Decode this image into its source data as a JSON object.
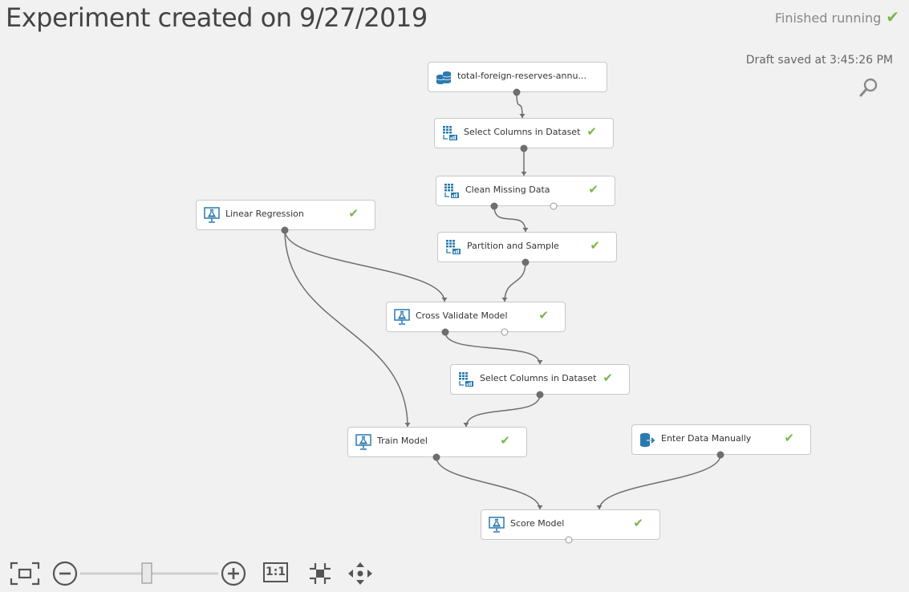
{
  "header": {
    "title": "Experiment created on 9/27/2019",
    "status": "Finished running",
    "status_icon": "check-icon",
    "draft_saved": "Draft saved at 3:45:26 PM"
  },
  "colors": {
    "check": "#7ab648",
    "icon_blue": "#2a7ab0",
    "connector": "#707070",
    "canvas_bg": "#f1f1f1"
  },
  "modules": [
    {
      "id": "dataset",
      "label": "total-foreign-reserves-annu...",
      "icon": "dataset-icon",
      "status": ""
    },
    {
      "id": "select1",
      "label": "Select Columns in Dataset",
      "icon": "table-transform-icon",
      "status": "finished"
    },
    {
      "id": "clean",
      "label": "Clean Missing Data",
      "icon": "table-transform-icon",
      "status": "finished"
    },
    {
      "id": "partition",
      "label": "Partition and Sample",
      "icon": "table-transform-icon",
      "status": "finished"
    },
    {
      "id": "linreg",
      "label": "Linear Regression",
      "icon": "flask-icon",
      "status": "finished"
    },
    {
      "id": "crossval",
      "label": "Cross Validate Model",
      "icon": "flask-icon",
      "status": "finished"
    },
    {
      "id": "select2",
      "label": "Select Columns in Dataset",
      "icon": "table-transform-icon",
      "status": "finished"
    },
    {
      "id": "train",
      "label": "Train Model",
      "icon": "flask-icon",
      "status": "finished"
    },
    {
      "id": "enter",
      "label": "Enter Data Manually",
      "icon": "data-entry-icon",
      "status": "finished"
    },
    {
      "id": "score",
      "label": "Score Model",
      "icon": "flask-icon",
      "status": "finished"
    }
  ],
  "connections": [
    {
      "from": "dataset",
      "to": "select1"
    },
    {
      "from": "select1",
      "to": "clean"
    },
    {
      "from": "clean",
      "to": "partition"
    },
    {
      "from": "linreg",
      "to": "crossval"
    },
    {
      "from": "partition",
      "to": "crossval"
    },
    {
      "from": "crossval",
      "to": "select2"
    },
    {
      "from": "linreg",
      "to": "train"
    },
    {
      "from": "select2",
      "to": "train"
    },
    {
      "from": "train",
      "to": "score"
    },
    {
      "from": "enter",
      "to": "score"
    }
  ],
  "toolbar": {
    "items": [
      "fit-to-screen-icon",
      "zoom-out-icon",
      "zoom-slider",
      "zoom-in-icon",
      "actual-size-icon",
      "zoom-to-selection-icon",
      "pan-icon"
    ],
    "actual_size_label": "1:1",
    "zoom_level": 0.48
  }
}
